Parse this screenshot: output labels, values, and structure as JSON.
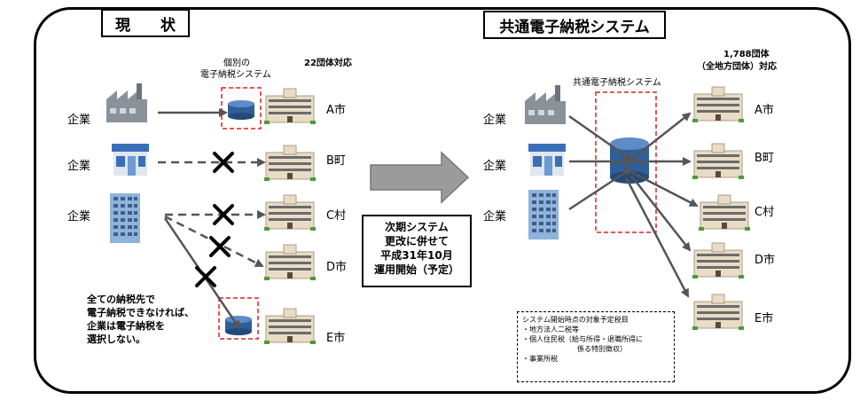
{
  "left": {
    "title": "現　　状",
    "system_label_line1": "個別の",
    "system_label_line2": "電子納税システム",
    "count_label": "22団体対応",
    "companies": [
      "企業",
      "企業",
      "企業"
    ],
    "municipalities": [
      "A市",
      "B町",
      "C村",
      "D市",
      "E市"
    ],
    "note_lines": [
      "全ての納税先で",
      "電子納税できなければ、",
      "企業は電子納税を",
      "選択しない。"
    ]
  },
  "center": {
    "lines": [
      "次期システム",
      "更改に併せて",
      "平成31年10月",
      "運用開始（予定）"
    ]
  },
  "right": {
    "title": "共通電子納税システム",
    "system_label": "共通電子納税システム",
    "count_line1": "1,788団体",
    "count_line2": "（全地方団体）対応",
    "companies": [
      "企業",
      "企業",
      "企業"
    ],
    "municipalities": [
      "A市",
      "B町",
      "C村",
      "D市",
      "E市"
    ],
    "tax_box": {
      "heading": "システム開始時点の対象予定税目",
      "items": [
        "・地方法人二税等",
        "・個人住民税（給与所得・退職所得に",
        "係る特別徴収）",
        "・事業所税"
      ]
    }
  },
  "colors": {
    "arrow": "#555555",
    "cylinder": "#2f5f99",
    "dashed_red": "#e02020",
    "building": "#e8dcc6"
  }
}
